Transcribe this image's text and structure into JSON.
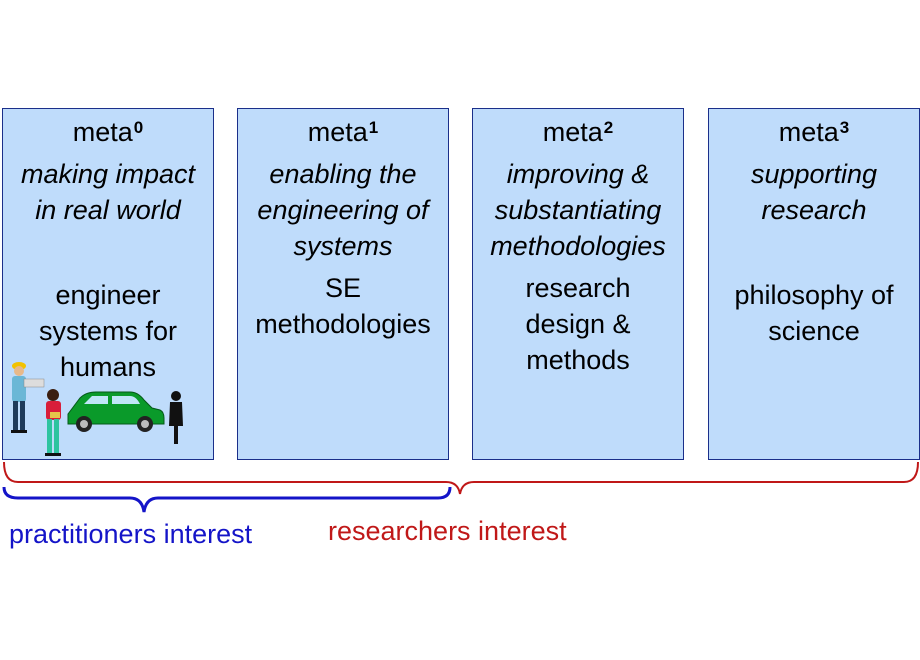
{
  "columns": [
    {
      "title": "meta",
      "sup": "0",
      "purpose": [
        "making impact",
        "in real world"
      ],
      "body": [
        "engineer",
        "systems for",
        "humans"
      ]
    },
    {
      "title": "meta",
      "sup": "1",
      "purpose": [
        "enabling the",
        "engineering of",
        "systems"
      ],
      "body": [
        "SE",
        "methodologies"
      ]
    },
    {
      "title": "meta",
      "sup": "2",
      "purpose": [
        "improving &",
        "substantiating",
        "methodologies"
      ],
      "body": [
        "research",
        "design &",
        "methods"
      ]
    },
    {
      "title": "meta",
      "sup": "3",
      "purpose": [
        "supporting",
        "research"
      ],
      "body": [
        "philosophy of",
        "science"
      ]
    }
  ],
  "interests": {
    "practitioners": {
      "label": "practitioners interest",
      "color": "#1414c8"
    },
    "researchers": {
      "label": "researchers interest",
      "color": "#c01818"
    }
  },
  "colors": {
    "box_fill": "#bfdcfb",
    "box_border": "#1b2f8a",
    "car": "#0a9a2a"
  },
  "illustration": {
    "icon": "people-and-car-icon"
  }
}
